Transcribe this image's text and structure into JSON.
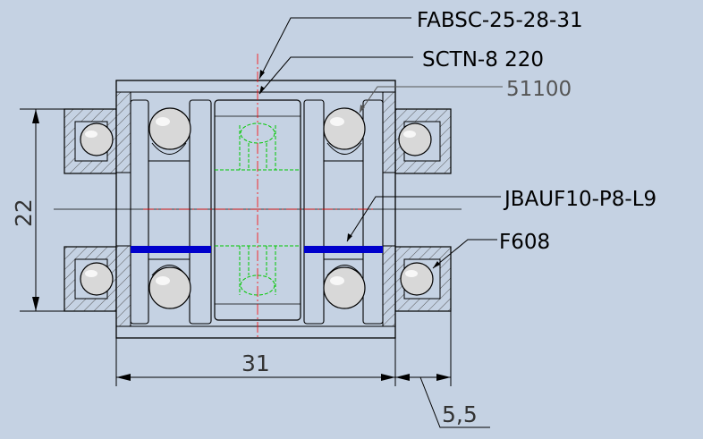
{
  "labels": {
    "fabsc": "FABSC-25-28-31",
    "sctn": "SCTN-8 220",
    "bearing_51100": "51100",
    "jbauf": "JBAUF10-P8-L9",
    "f608": "F608"
  },
  "dimensions": {
    "height": "22",
    "width": "31",
    "offset": "5,5"
  },
  "colors": {
    "background": "#c5d2e3",
    "outline": "#000000",
    "centerline": "#ff0000",
    "hidden_lines": "#00c800",
    "spacer": "#0000cc",
    "hatch": "#555555"
  }
}
